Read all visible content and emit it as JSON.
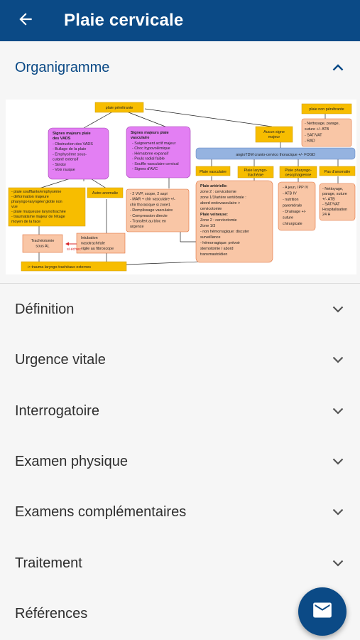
{
  "appbar": {
    "title": "Plaie cervicale",
    "back_icon": "arrow-left-icon"
  },
  "sections": {
    "organigramme": "Organigramme",
    "definition": "Définition",
    "urgence": "Urgence vitale",
    "interrogatoire": "Interrogatoire",
    "examen": "Examen physique",
    "examens_comp": "Examens complémentaires",
    "traitement": "Traitement",
    "references": "Références"
  },
  "diagram": {
    "plaie_penetrante": "plaie pénétrante",
    "plaie_non_penetrante": "plaie non pénétrante",
    "non_pen_list": [
      "- Nettoyage, parage,",
      "suture +/- ATB",
      "- SAT/VAT",
      "- RAD"
    ],
    "vads_title": [
      "Signes majeurs plaie",
      "des VADS"
    ],
    "vads_list": [
      "- Obstruction des VADS",
      "- Bullage de la plaie",
      "- Emphysème sous-",
      "cutané extensif",
      "- Stridor",
      "- Voix rauque"
    ],
    "vasc_title": [
      "Signes majeurs plaie",
      "vasculaire"
    ],
    "vasc_list": [
      "- Saignement actif majeur",
      "- Choc hypovolémique",
      "- Hématome expansif",
      "- Pouls radial faible",
      "- Souffle vasculaire cervical",
      "- Signes d'AVC"
    ],
    "aucun_signe": [
      "Aucun signe",
      "majeur"
    ],
    "angio": "angioTDM cranio-cervico thoracique +/- FOGD",
    "plaie_vasc": "Plaie vasculaire",
    "plaie_laryngo": [
      "Plaie laryngo-",
      "trachéale"
    ],
    "plaie_pharyngo": [
      "Plaie pharyngo-",
      "oesophagienne"
    ],
    "pas_anomalie": "Pas d'anomalie",
    "soufflante_list": [
      "- plaie soufflante/emphysème",
      "- déformation majeure",
      "pharyngo-laryngée/ glotte non",
      "vue",
      "- plaie muqueuse larynx/trachée",
      "- traumatisme majeur de l'étage",
      "moyen de la face"
    ],
    "autre_anomalie": "Autre anomalie",
    "vvp_list": [
      "- 2 VVP, scope, 2 aspi",
      "- MAR + chir vasculaire +/-",
      "chir thoracique si zone1",
      "- Remplissage vasculaire",
      "- Compression directe",
      "- Transfert au bloc en",
      "urgence"
    ],
    "arterielle": [
      "Plaie artérielle:",
      "zone 2 : cervicotomie",
      "zone 1/3/artère vertébrale :",
      "abord endovasculaire >",
      "cervicotomie",
      "Plaie veineuse:",
      "Zone 2 : cervicotomie",
      "Zone 1/3",
      "- non hémorragique: discuter",
      "surveillance",
      "- hémorragique: prévoir",
      "sternotomie / abord",
      "transmastoïdien"
    ],
    "pharyngo_list": [
      "- A jeun, IPP IV",
      "- ATB IV",
      "- nutrition",
      "parentérale",
      "- Drainage +/-",
      "suture",
      "chirurgicale"
    ],
    "pas_anomalie_list": [
      "- Nettoyage,",
      "parage, suture",
      "+/- ATB",
      "- SAT/VAT",
      "Hospitalisation",
      "24 H"
    ],
    "tracheo": [
      "Trachéotomie",
      "sous AL"
    ],
    "intubation": [
      "Intubation",
      "nasotrachéale",
      "vigile au fibroscope"
    ],
    "si_echec": "si échec",
    "trauma": "-> trauma laryngo-trachéaux externes"
  },
  "fab": {
    "icon": "mail-icon"
  },
  "colors": {
    "primary": "#0b4a86",
    "yellow": "#f7bd00",
    "orange": "#f9c6a6",
    "orange_border": "#e0703a",
    "purple": "#e37ff3",
    "blue_band": "#95b3e0"
  }
}
